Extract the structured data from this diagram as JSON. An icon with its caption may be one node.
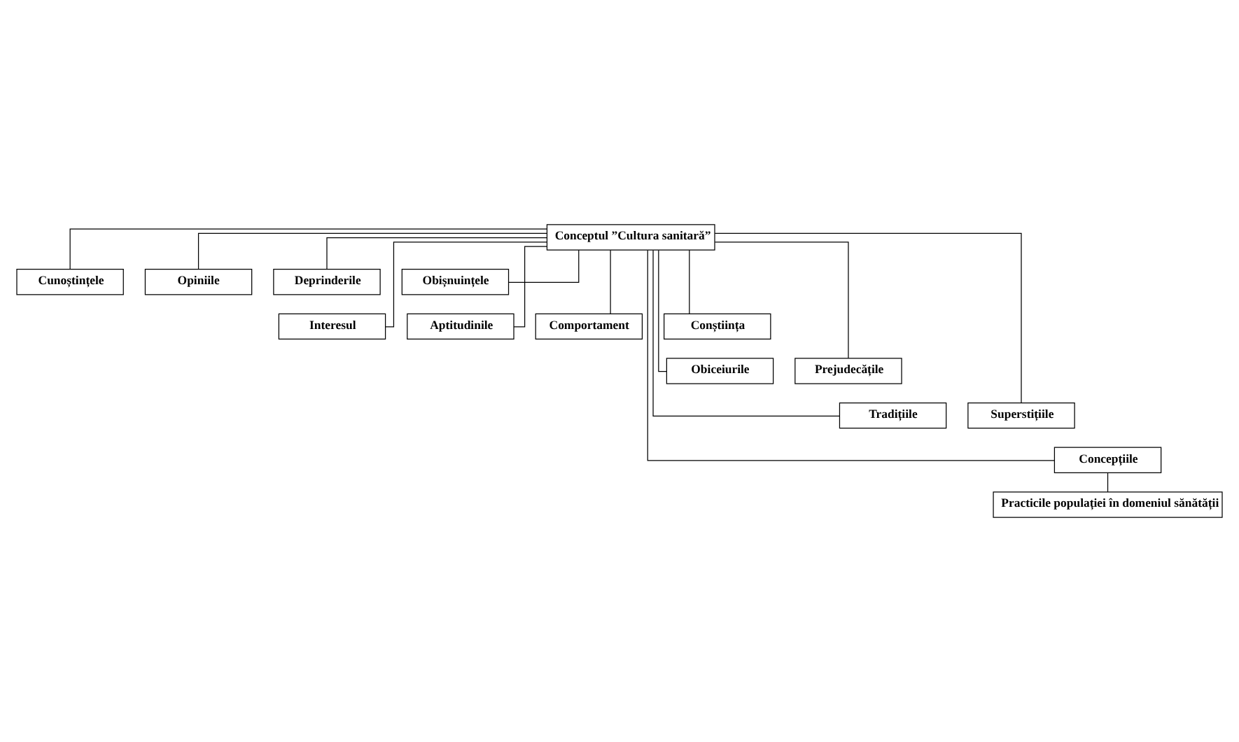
{
  "diagram": {
    "nodes": [
      {
        "text": [
          "Conceptul ”Cultura sanitară”"
        ]
      },
      {
        "text": [
          "Cunoștințele"
        ]
      },
      {
        "text": [
          "Opiniile"
        ]
      },
      {
        "text": [
          "Deprinderile"
        ]
      },
      {
        "text": [
          "Obișnuințele"
        ]
      },
      {
        "text": [
          "Interesul"
        ]
      },
      {
        "text": [
          "Aptitudinile"
        ]
      },
      {
        "text": [
          "Comportament"
        ]
      },
      {
        "text": [
          "Conștiința"
        ]
      },
      {
        "text": [
          "Obiceiurile"
        ]
      },
      {
        "text": [
          "Prejudecățile"
        ]
      },
      {
        "text": [
          "Tradițiile"
        ]
      },
      {
        "text": [
          "Superstițiile"
        ]
      },
      {
        "text": [
          "Concepțiile"
        ]
      },
      {
        "text": [
          "Practicile populației în domeniul sănătății"
        ]
      }
    ],
    "edges": [
      {
        "from": 0,
        "to": 1,
        "arrow": "none"
      },
      {
        "from": 0,
        "to": 2,
        "arrow": "none"
      },
      {
        "from": 0,
        "to": 5,
        "arrow": "none"
      },
      {
        "from": 0,
        "to": 6,
        "arrow": "none"
      },
      {
        "from": 0,
        "to": 3,
        "arrow": "none"
      },
      {
        "from": 0,
        "to": 4,
        "arrow": "none"
      },
      {
        "from": 0,
        "to": 7,
        "arrow": "none"
      },
      {
        "from": 0,
        "to": 8,
        "arrow": "none"
      },
      {
        "from": 0,
        "to": 9,
        "arrow": "none"
      },
      {
        "from": 0,
        "to": 10,
        "arrow": "none"
      },
      {
        "from": 0,
        "to": 11,
        "arrow": "none"
      },
      {
        "from": 0,
        "to": 12,
        "arrow": "none"
      },
      {
        "from": 0,
        "to": 13,
        "arrow": "none"
      },
      {
        "from": 13,
        "to": 14,
        "arrow": "none"
      }
    ]
  }
}
